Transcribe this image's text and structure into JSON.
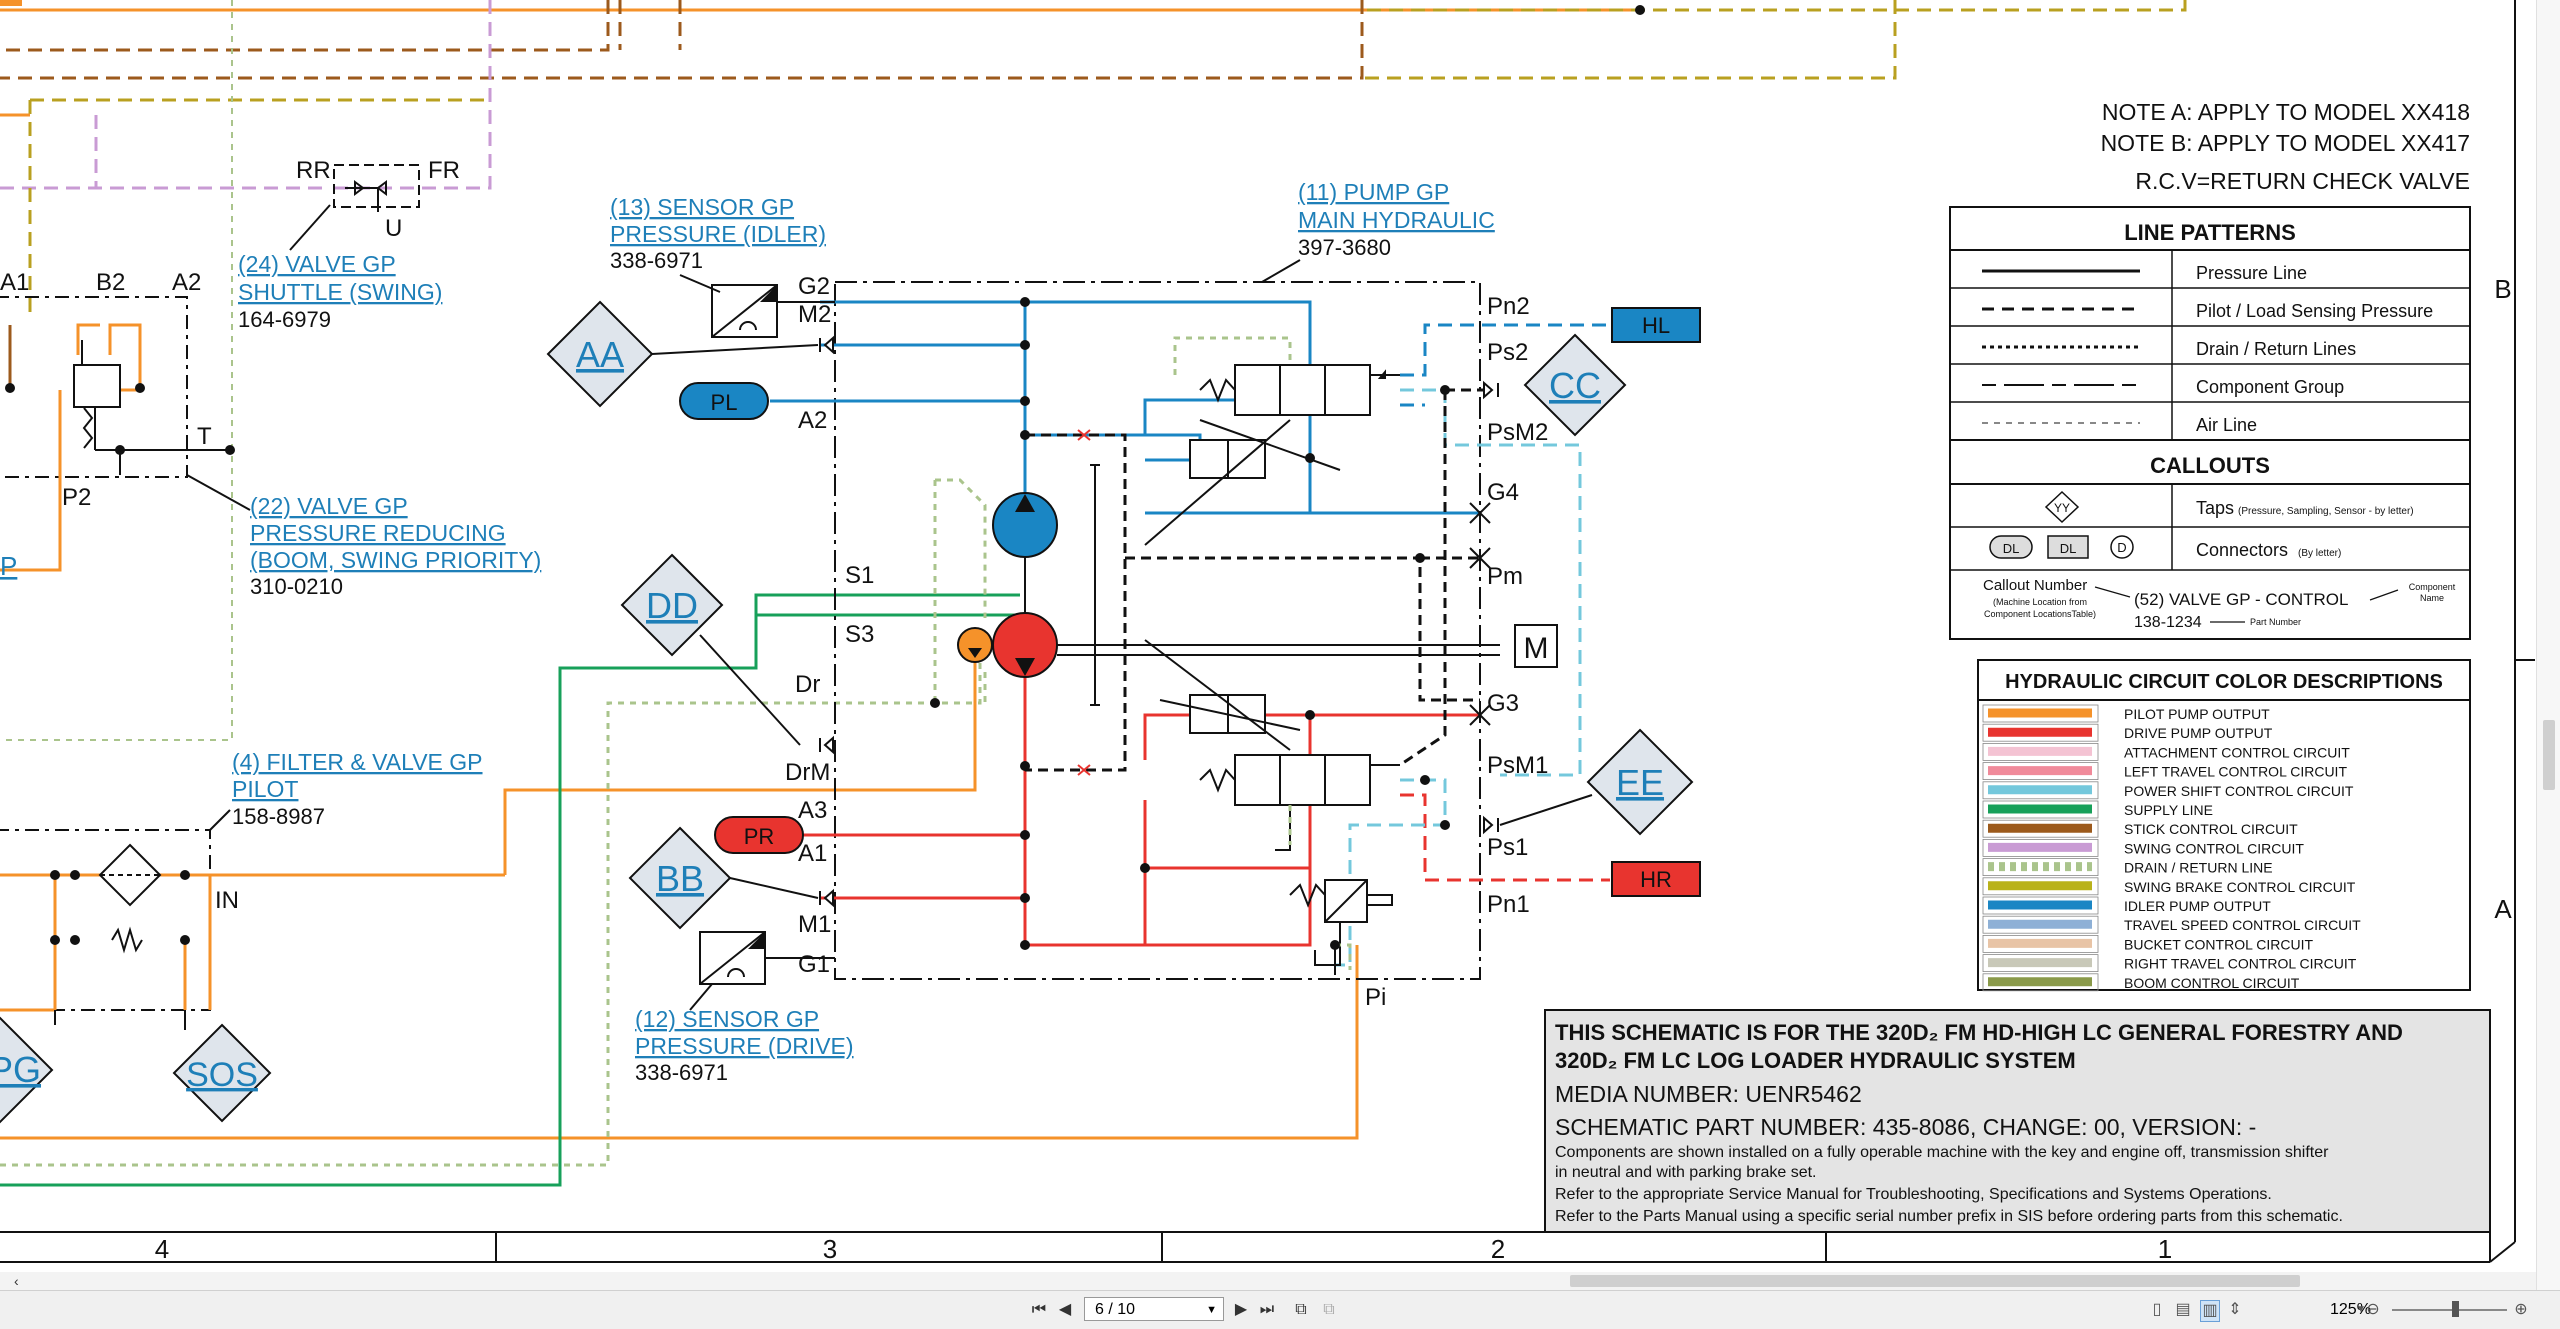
{
  "notes": {
    "a": "NOTE A: APPLY TO MODEL XX418",
    "b": "NOTE B: APPLY TO MODEL XX417",
    "rcv": "R.C.V=RETURN CHECK VALVE"
  },
  "line_patterns": {
    "title": "LINE PATTERNS",
    "items": [
      "Pressure Line",
      "Pilot / Load Sensing Pressure",
      "Drain / Return Lines",
      "Component Group",
      "Air Line"
    ]
  },
  "callouts": {
    "title": "CALLOUTS",
    "taps_label": "Taps",
    "taps_sub": "(Pressure, Sampling, Sensor - by letter)",
    "taps_symbol": "YY",
    "connectors_label": "Connectors",
    "connectors_sub": "(By letter)",
    "connector_symbols": [
      "DL",
      "DL",
      "D"
    ],
    "example_callout_number": "Callout Number",
    "example_callout_number_sub1": "(Machine Location from",
    "example_callout_number_sub2": "Component LocationsTable)",
    "example_name": "(52) VALVE GP - CONTROL",
    "example_part": "138-1234",
    "example_component_name1": "Component",
    "example_component_name2": "Name",
    "example_part_number": "Part Number"
  },
  "color_descriptions": {
    "title": "HYDRAULIC CIRCUIT COLOR DESCRIPTIONS",
    "items": [
      {
        "label": "PILOT PUMP OUTPUT",
        "color": "#f5922a",
        "dashed": false
      },
      {
        "label": "DRIVE PUMP OUTPUT",
        "color": "#e8342f",
        "dashed": false
      },
      {
        "label": "ATTACHMENT CONTROL CIRCUIT",
        "color": "#f4c3d3",
        "dashed": false
      },
      {
        "label": "LEFT TRAVEL CONTROL CIRCUIT",
        "color": "#f08a9a",
        "dashed": false
      },
      {
        "label": "POWER SHIFT CONTROL CIRCUIT",
        "color": "#74c8dc",
        "dashed": false
      },
      {
        "label": "SUPPLY LINE",
        "color": "#17a05a",
        "dashed": false
      },
      {
        "label": "STICK CONTROL CIRCUIT",
        "color": "#9c5a1c",
        "dashed": false
      },
      {
        "label": "SWING CONTROL CIRCUIT",
        "color": "#c99bd4",
        "dashed": false
      },
      {
        "label": "DRAIN / RETURN LINE",
        "color": "#aac48c",
        "dashed": true
      },
      {
        "label": "SWING BRAKE CONTROL CIRCUIT",
        "color": "#b9b21a",
        "dashed": false
      },
      {
        "label": "IDLER PUMP OUTPUT",
        "color": "#1a86c4",
        "dashed": false
      },
      {
        "label": "TRAVEL SPEED CONTROL CIRCUIT",
        "color": "#8eb0d6",
        "dashed": false
      },
      {
        "label": "BUCKET CONTROL CIRCUIT",
        "color": "#e8c4a6",
        "dashed": false
      },
      {
        "label": "RIGHT TRAVEL CONTROL CIRCUIT",
        "color": "#c8c8b8",
        "dashed": false
      },
      {
        "label": "BOOM CONTROL CIRCUIT",
        "color": "#8a9a4a",
        "dashed": false
      }
    ]
  },
  "title_block": {
    "line1": "THIS SCHEMATIC IS FOR THE 320D₂ FM HD-HIGH LC GENERAL FORESTRY AND",
    "line2": "320D₂ FM LC LOG LOADER HYDRAULIC SYSTEM",
    "media": "MEDIA NUMBER: UENR5462",
    "part": "SCHEMATIC PART NUMBER: 435-8086, CHANGE: 00, VERSION: -",
    "note1": "Components are shown installed on a fully operable machine with the key and engine off, transmission shifter",
    "note2": "in neutral and with parking brake set.",
    "note3": "Refer to the appropriate Service Manual for Troubleshooting, Specifications and Systems Operations.",
    "note4": "Refer to the Parts Manual using a specific serial number prefix in SIS before ordering parts from this schematic."
  },
  "grid": {
    "columns": [
      "4",
      "3",
      "2",
      "1"
    ],
    "rows": [
      "B",
      "A"
    ]
  },
  "components": {
    "c11": {
      "name1": "(11) PUMP GP",
      "name2": "MAIN HYDRAULIC",
      "part": "397-3680"
    },
    "c13": {
      "name1": "(13) SENSOR GP",
      "name2": "PRESSURE (IDLER)",
      "part": "338-6971"
    },
    "c24": {
      "name1": "(24) VALVE GP",
      "name2": "SHUTTLE (SWING)",
      "part": "164-6979"
    },
    "c22": {
      "name1": "(22) VALVE GP",
      "name2": "PRESSURE REDUCING",
      "name3": "(BOOM, SWING PRIORITY)",
      "part": "310-0210"
    },
    "c4": {
      "name1": "(4) FILTER & VALVE GP",
      "name2": "PILOT",
      "part": "158-8987"
    },
    "c12": {
      "name1": "(12) SENSOR GP",
      "name2": "PRESSURE (DRIVE)",
      "part": "338-6971"
    }
  },
  "taps": {
    "aa": "AA",
    "bb": "BB",
    "cc": "CC",
    "dd": "DD",
    "ee": "EE",
    "pg": "PG",
    "sos": "SOS"
  },
  "connectors": {
    "hl": "HL",
    "hr": "HR",
    "pl": "PL",
    "pr": "PR"
  },
  "ports": {
    "g2": "G2",
    "m2": "M2",
    "a2": "A2",
    "s1": "S1",
    "s3": "S3",
    "dr": "Dr",
    "drm": "DrM",
    "a3": "A3",
    "a1": "A1",
    "m1": "M1",
    "g1": "G1",
    "pn2": "Pn2",
    "ps2": "Ps2",
    "psm2": "PsM2",
    "g4": "G4",
    "pm": "Pm",
    "g3": "G3",
    "psm1": "PsM1",
    "ps1": "Ps1",
    "pn1": "Pn1",
    "pi": "Pi",
    "rr": "RR",
    "fr": "FR",
    "u": "U",
    "a1_left": "A1",
    "b2": "B2",
    "a2_left": "A2",
    "t": "T",
    "p2": "P2",
    "p_left": "P",
    "in": "IN",
    "m_box": "M"
  },
  "viewer": {
    "page_current": "6",
    "page_total": "10",
    "page_display": "6 / 10",
    "zoom": "125%"
  }
}
